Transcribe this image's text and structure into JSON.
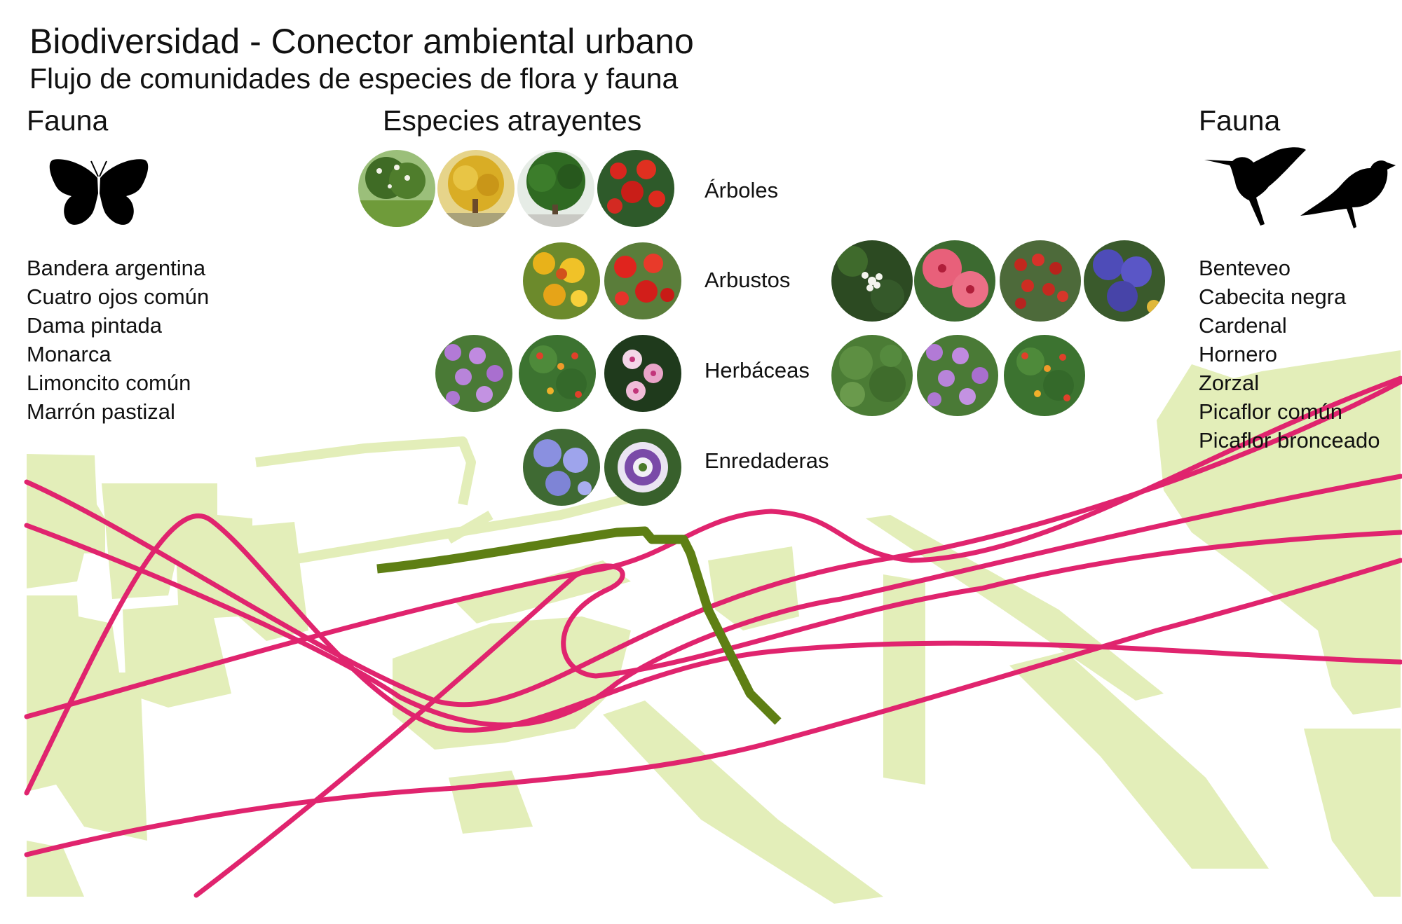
{
  "header": {
    "title": "Biodiversidad - Conector ambiental urbano",
    "subtitle": "Flujo de comunidades de especies de flora y fauna"
  },
  "left_panel": {
    "heading": "Fauna",
    "icon": "butterfly-icon",
    "species": [
      "Bandera argentina",
      "Cuatro ojos común",
      "Dama pintada",
      "Monarca",
      "Limoncito común",
      "Marrón pastizal"
    ]
  },
  "center_panel": {
    "heading": "Especies atrayentes",
    "categories": [
      "Árboles",
      "Arbustos",
      "Herbáceas",
      "Enredaderas"
    ]
  },
  "right_panel": {
    "heading": "Fauna",
    "icons": [
      "hummingbird-icon",
      "bird-icon"
    ],
    "species": [
      "Benteveo",
      "Cabecita negra",
      "Cardenal",
      "Hornero",
      "Zorzal",
      "Picaflor común",
      "Picaflor bronceado"
    ]
  },
  "colors": {
    "green_area": "#e3eeb9",
    "corridor": "#5e7f14",
    "flow_lines": "#e0246e",
    "text": "#111111"
  }
}
